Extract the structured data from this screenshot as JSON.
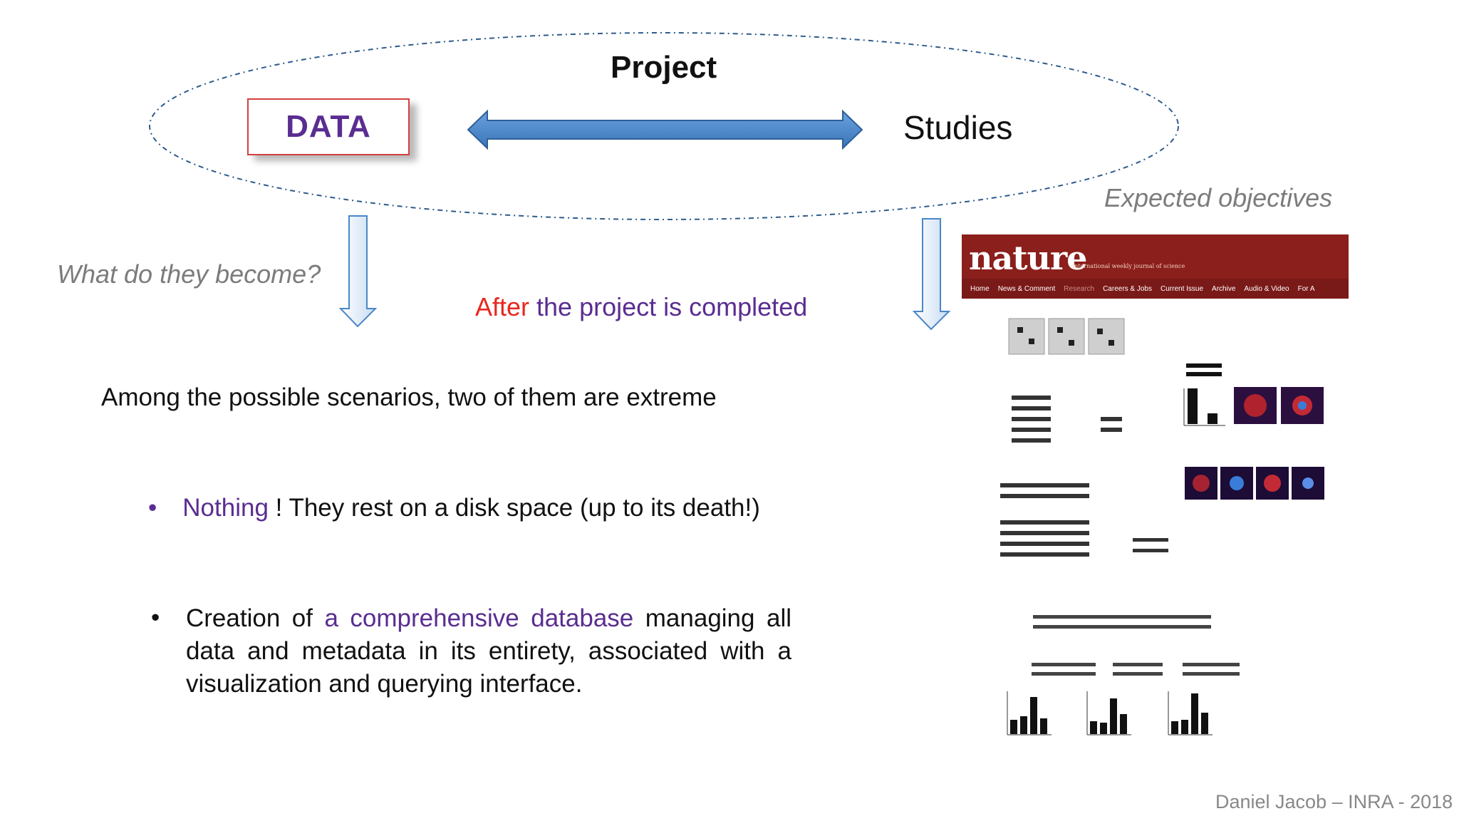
{
  "title": "Project",
  "data_box_label": "DATA",
  "studies_label": "Studies",
  "expected_label": "Expected objectives",
  "become_label": "What do they become?",
  "after": {
    "red": "After",
    "rest": " the project is completed"
  },
  "among_text": "Among the possible scenarios, two of them are extreme",
  "bullet1": {
    "bullet": "•",
    "highlight": "Nothing",
    "rest": " ! They rest on a disk space (up to its death!)"
  },
  "bullet2": {
    "bullet": "•",
    "pre": "Creation of ",
    "highlight": "a comprehensive database",
    "post": " managing all data and metadata in its entirety, associated with a visualization and querying interface."
  },
  "nature": {
    "logo": "nature",
    "tagline": "International weekly journal of science",
    "nav": [
      "Home",
      "News & Comment",
      "Research",
      "Careers & Jobs",
      "Current Issue",
      "Archive",
      "Audio & Video",
      "For A"
    ]
  },
  "footer": "Daniel Jacob – INRA - 2018",
  "colors": {
    "arrow_blue": "#4a86c8",
    "purple": "#5a2d91",
    "red": "#e8281f",
    "box_border": "#d43f3f",
    "nature_red": "#8b1f1c"
  }
}
